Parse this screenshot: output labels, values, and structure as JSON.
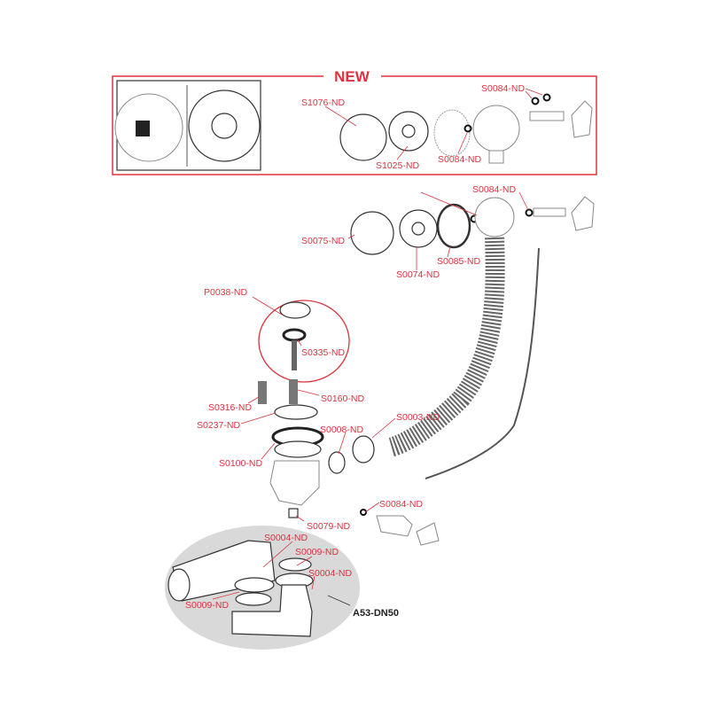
{
  "new_banner": "NEW",
  "model": "A53-DN50",
  "colors": {
    "label": "#d9343f",
    "frame": "#e2313c",
    "bubble": "#d9d9d9"
  },
  "labels": {
    "new_s0084_top": "S0084-ND",
    "new_s1076": "S1076-ND",
    "new_s1025": "S1025-ND",
    "new_s0084_mid": "S0084-ND",
    "s0084_a": "S0084-ND",
    "s0075": "S0075-ND",
    "s0074": "S0074-ND",
    "s0085": "S0085-ND",
    "p0038": "P0038-ND",
    "s0335": "S0335-ND",
    "s0316": "S0316-ND",
    "s0160": "S0160-ND",
    "s0237": "S0237-ND",
    "s0003": "S0003-ND",
    "s0008": "S0008-ND",
    "s0100": "S0100-ND",
    "s0084_b": "S0084-ND",
    "s0079": "S0079-ND",
    "s0004_a": "S0004-ND",
    "s0009_a": "S0009-ND",
    "s0004_b": "S0004-ND",
    "s0009_b": "S0009-ND"
  }
}
